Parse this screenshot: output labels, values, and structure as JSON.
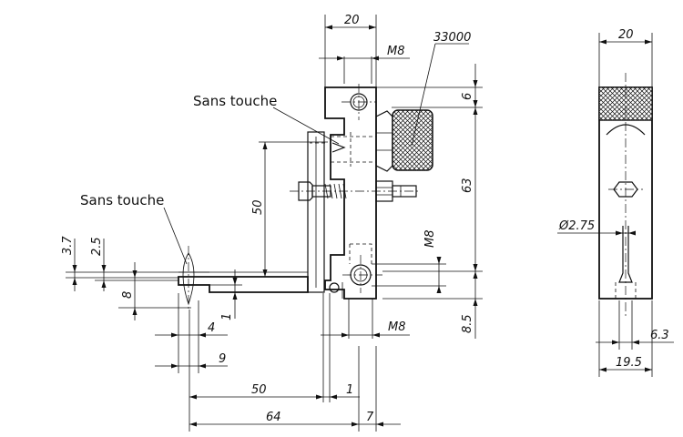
{
  "labels": {
    "no_contact_top": "Sans touche",
    "no_contact_left": "Sans touche",
    "part_number": "33000"
  },
  "dimensions": {
    "top_width": "20",
    "top_thread": "M8",
    "top_offset": "6",
    "height_main": "63",
    "height_50": "50",
    "side_thread": "M8",
    "bottom_offset": "8.5",
    "bottom_thread": "M8",
    "d37": "3.7",
    "d25": "2.5",
    "d8": "8",
    "d1": "1",
    "d4": "4",
    "d9": "9",
    "len50": "50",
    "len1": "1",
    "len64": "64",
    "len7": "7",
    "side_width": "20",
    "diameter": "Ø2.75",
    "side_63": "6.3",
    "side_195": "19.5"
  }
}
